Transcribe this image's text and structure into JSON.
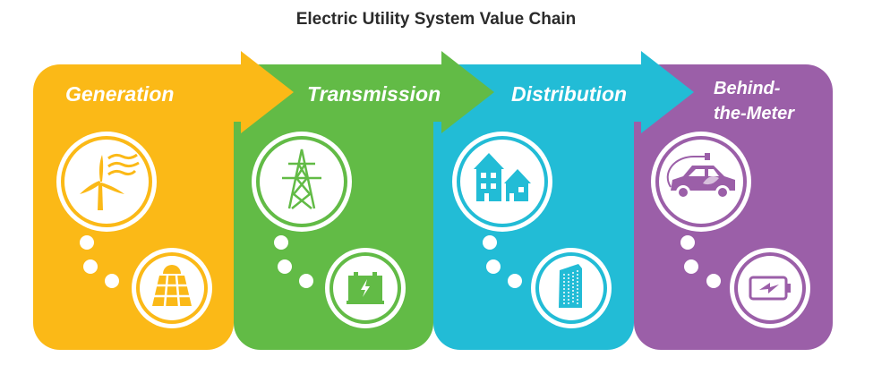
{
  "title": "Electric Utility System Value Chain",
  "stages": [
    {
      "label": "Generation",
      "color": "#FBB917",
      "icons": [
        "wind-turbine-icon",
        "solar-panel-icon"
      ]
    },
    {
      "label": "Transmission",
      "color": "#62BB46",
      "icons": [
        "transmission-tower-icon",
        "battery-storage-icon"
      ]
    },
    {
      "label": "Distribution",
      "color": "#22BCD6",
      "icons": [
        "houses-icon",
        "office-building-icon"
      ]
    },
    {
      "label_line1": "Behind-",
      "label_line2": "the-Meter",
      "color": "#9B5FA8",
      "icons": [
        "electric-car-icon",
        "battery-icon"
      ]
    }
  ]
}
